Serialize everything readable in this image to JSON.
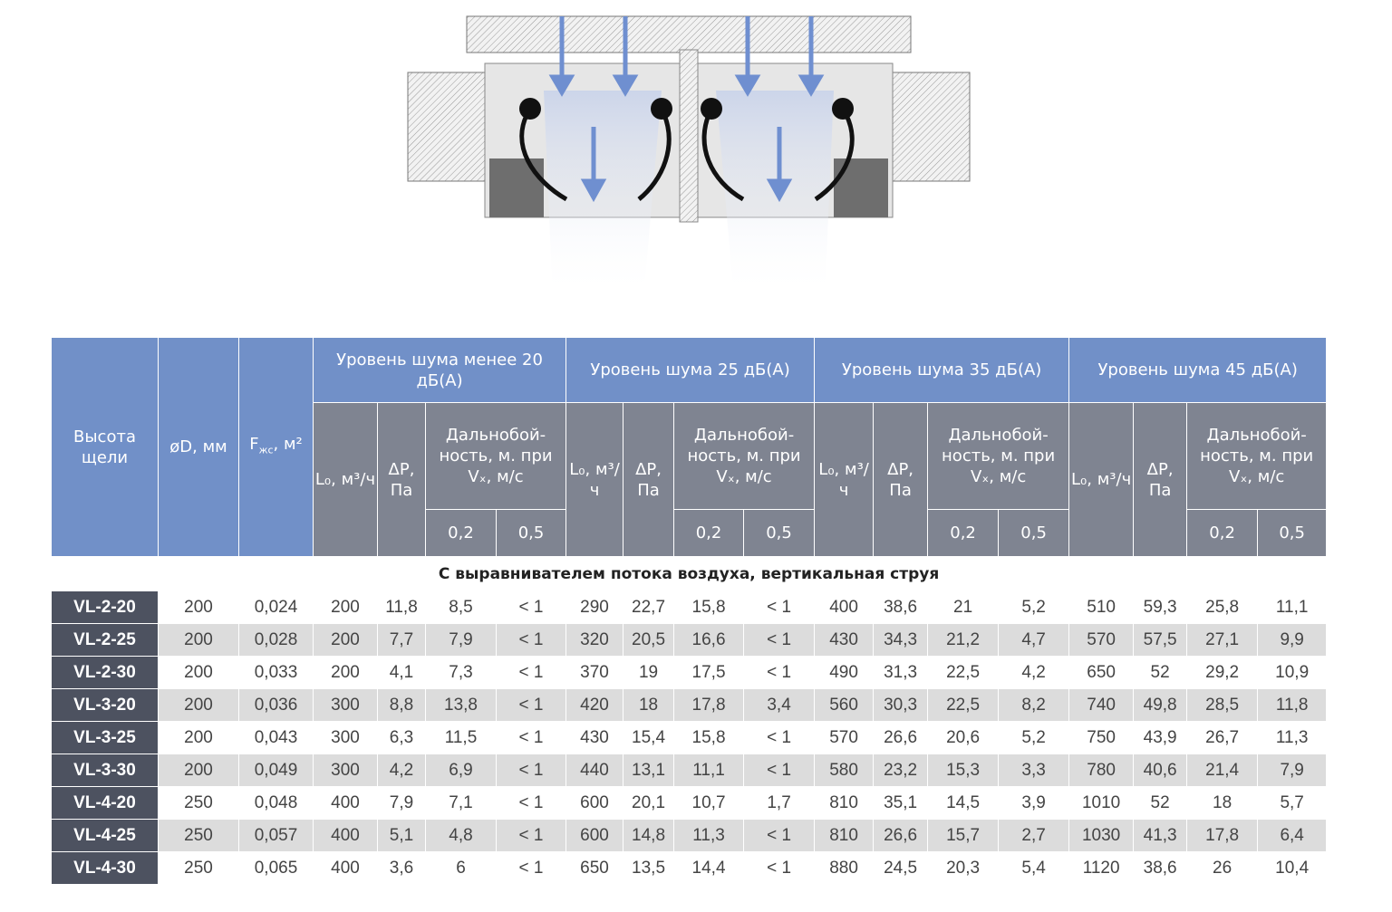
{
  "colors": {
    "header_blue": "#7190c8",
    "header_gray": "#7f8491",
    "model_cell": "#4d5260",
    "arrow": "#6f8fd0"
  },
  "header": {
    "slot_height": "Высота щели",
    "diameter": "øD, мм",
    "area_F": "F",
    "area_sub": "жс",
    "area_unit": ", м²",
    "groups": [
      "Уровень шума менее 20 дБ(А)",
      "Уровень шума 25 дБ(А)",
      "Уровень шума 35 дБ(А)",
      "Уровень шума 45 дБ(А)"
    ],
    "flow": "L₀, м³/ч",
    "pressure": "ΔP, Па",
    "throw": "Дальнобой-ность, м. при Vₓ, м/с",
    "v1": "0,2",
    "v2": "0,5"
  },
  "section_title": "С выравнивателем потока воздуха, вертикальная струя",
  "rows": [
    [
      "VL-2-20",
      "200",
      "0,024",
      "200",
      "11,8",
      "8,5",
      "< 1",
      "290",
      "22,7",
      "15,8",
      "< 1",
      "400",
      "38,6",
      "21",
      "5,2",
      "510",
      "59,3",
      "25,8",
      "11,1"
    ],
    [
      "VL-2-25",
      "200",
      "0,028",
      "200",
      "7,7",
      "7,9",
      "< 1",
      "320",
      "20,5",
      "16,6",
      "< 1",
      "430",
      "34,3",
      "21,2",
      "4,7",
      "570",
      "57,5",
      "27,1",
      "9,9"
    ],
    [
      "VL-2-30",
      "200",
      "0,033",
      "200",
      "4,1",
      "7,3",
      "< 1",
      "370",
      "19",
      "17,5",
      "< 1",
      "490",
      "31,3",
      "22,5",
      "4,2",
      "650",
      "52",
      "29,2",
      "10,9"
    ],
    [
      "VL-3-20",
      "200",
      "0,036",
      "300",
      "8,8",
      "13,8",
      "< 1",
      "420",
      "18",
      "17,8",
      "3,4",
      "560",
      "30,3",
      "22,5",
      "8,2",
      "740",
      "49,8",
      "28,5",
      "11,8"
    ],
    [
      "VL-3-25",
      "200",
      "0,043",
      "300",
      "6,3",
      "11,5",
      "< 1",
      "430",
      "15,4",
      "15,8",
      "< 1",
      "570",
      "26,6",
      "20,6",
      "5,2",
      "750",
      "43,9",
      "26,7",
      "11,3"
    ],
    [
      "VL-3-30",
      "200",
      "0,049",
      "300",
      "4,2",
      "6,9",
      "< 1",
      "440",
      "13,1",
      "11,1",
      "< 1",
      "580",
      "23,2",
      "15,3",
      "3,3",
      "780",
      "40,6",
      "21,4",
      "7,9"
    ],
    [
      "VL-4-20",
      "250",
      "0,048",
      "400",
      "7,9",
      "7,1",
      "< 1",
      "600",
      "20,1",
      "10,7",
      "1,7",
      "810",
      "35,1",
      "14,5",
      "3,9",
      "1010",
      "52",
      "18",
      "5,7"
    ],
    [
      "VL-4-25",
      "250",
      "0,057",
      "400",
      "5,1",
      "4,8",
      "< 1",
      "600",
      "14,8",
      "11,3",
      "< 1",
      "810",
      "26,6",
      "15,7",
      "2,7",
      "1030",
      "41,3",
      "17,8",
      "6,4"
    ],
    [
      "VL-4-30",
      "250",
      "0,065",
      "400",
      "3,6",
      "6",
      "< 1",
      "650",
      "13,5",
      "14,4",
      "< 1",
      "880",
      "24,5",
      "20,3",
      "5,4",
      "1120",
      "38,6",
      "26",
      "10,4"
    ]
  ]
}
